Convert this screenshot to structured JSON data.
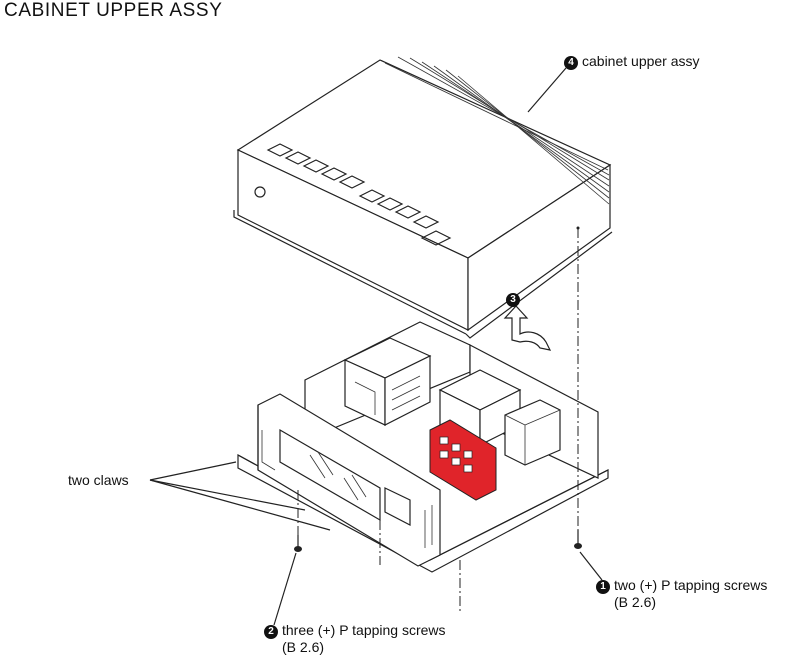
{
  "title": "CABINET UPPER ASSY",
  "callouts": [
    {
      "num": "4",
      "text": "cabinet upper assy"
    },
    {
      "num": "3"
    },
    {
      "num": "1",
      "text": "two (+) P tapping screws",
      "sub": "(B 2.6)"
    },
    {
      "num": "2",
      "text": "three (+) P tapping screws",
      "sub": "(B 2.6)"
    }
  ],
  "labels": {
    "claws": "two claws"
  },
  "colors": {
    "highlight": "#e0242a",
    "line": "#222222"
  },
  "icons": [
    "rotate-arrow-icon",
    "screw-icon"
  ]
}
